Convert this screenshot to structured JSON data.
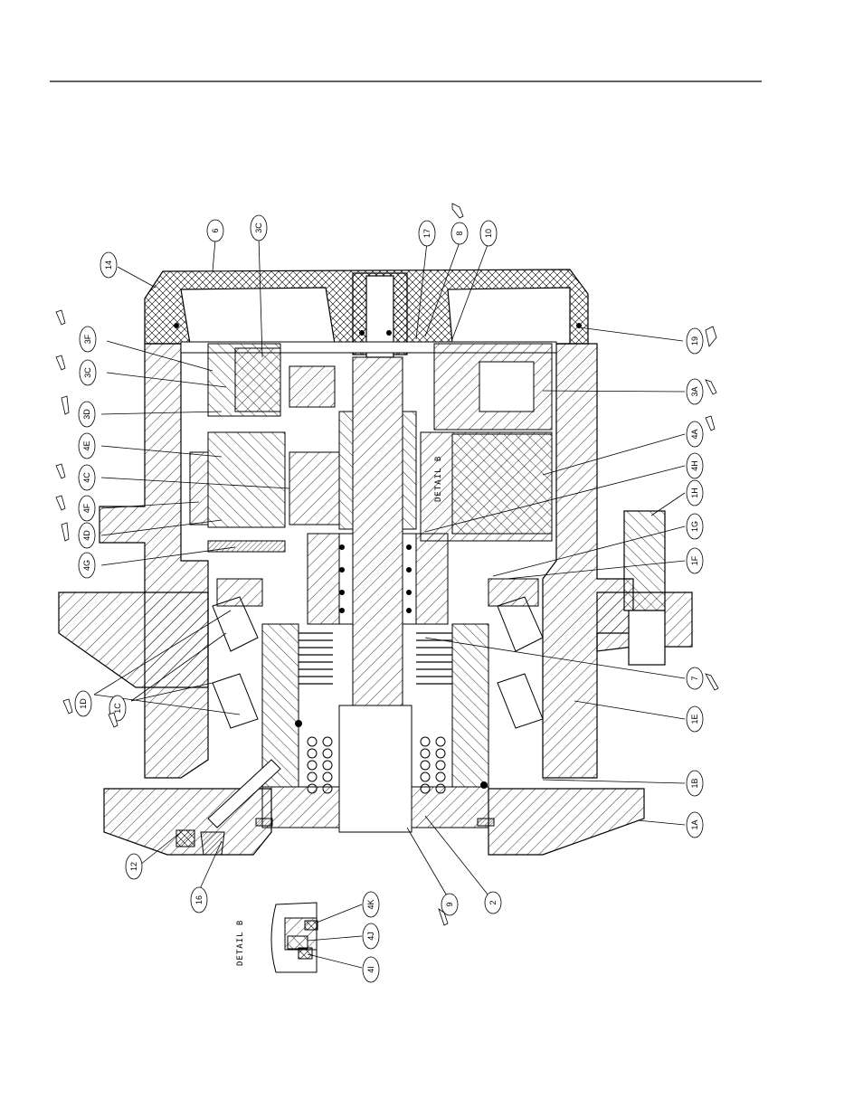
{
  "callouts": [
    {
      "id": "c14",
      "text": "14"
    },
    {
      "id": "c6",
      "text": "6"
    },
    {
      "id": "c3c_top",
      "text": "3C"
    },
    {
      "id": "c17",
      "text": "17"
    },
    {
      "id": "c8",
      "text": "8"
    },
    {
      "id": "c10",
      "text": "10"
    },
    {
      "id": "c3f",
      "text": "3F"
    },
    {
      "id": "c3c",
      "text": "3C"
    },
    {
      "id": "c3d",
      "text": "3D"
    },
    {
      "id": "c4e",
      "text": "4E"
    },
    {
      "id": "c4c",
      "text": "4C"
    },
    {
      "id": "c4f",
      "text": "4F"
    },
    {
      "id": "c4d",
      "text": "4D"
    },
    {
      "id": "c4g",
      "text": "4G"
    },
    {
      "id": "c19",
      "text": "19"
    },
    {
      "id": "c3a",
      "text": "3A"
    },
    {
      "id": "c4a",
      "text": "4A"
    },
    {
      "id": "c4h",
      "text": "4H"
    },
    {
      "id": "c1h",
      "text": "1H"
    },
    {
      "id": "c1g",
      "text": "1G"
    },
    {
      "id": "c1f",
      "text": "1F"
    },
    {
      "id": "c7",
      "text": "7"
    },
    {
      "id": "c1e",
      "text": "1E"
    },
    {
      "id": "c1b",
      "text": "1B"
    },
    {
      "id": "c1a",
      "text": "1A"
    },
    {
      "id": "c1d",
      "text": "1D"
    },
    {
      "id": "c1c",
      "text": "1C"
    },
    {
      "id": "c12",
      "text": "12"
    },
    {
      "id": "c16",
      "text": "16"
    },
    {
      "id": "c9",
      "text": "9"
    },
    {
      "id": "c2",
      "text": "2"
    },
    {
      "id": "c4k",
      "text": "4K"
    },
    {
      "id": "c4j",
      "text": "4J"
    },
    {
      "id": "c4i",
      "text": "4I"
    }
  ],
  "detail_labels": {
    "detail_b_main": "DETAIL B",
    "detail_b_inset": "DETAIL B"
  }
}
